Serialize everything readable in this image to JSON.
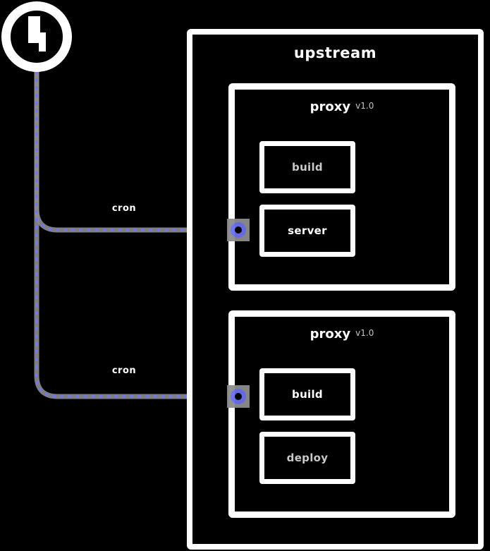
{
  "colors": {
    "background": "#000000",
    "node_border": "#ffffff",
    "edge_line": "#8d8d8d",
    "edge_dash": "#7277ea",
    "port_ring": "#6b70f0",
    "muted_text": "#c9c9c9"
  },
  "trigger": {
    "icon": "clock"
  },
  "edges": [
    {
      "label": "cron"
    },
    {
      "label": "cron"
    }
  ],
  "group": {
    "title": "upstream"
  },
  "nodes": [
    {
      "title": "proxy",
      "badge": "v1.0",
      "boxes": [
        {
          "label": "build",
          "tone": "muted"
        },
        {
          "label": "server",
          "tone": "bright"
        }
      ]
    },
    {
      "title": "proxy",
      "badge": "v1.0",
      "boxes": [
        {
          "label": "build",
          "tone": "bright"
        },
        {
          "label": "deploy",
          "tone": "muted"
        }
      ]
    }
  ]
}
